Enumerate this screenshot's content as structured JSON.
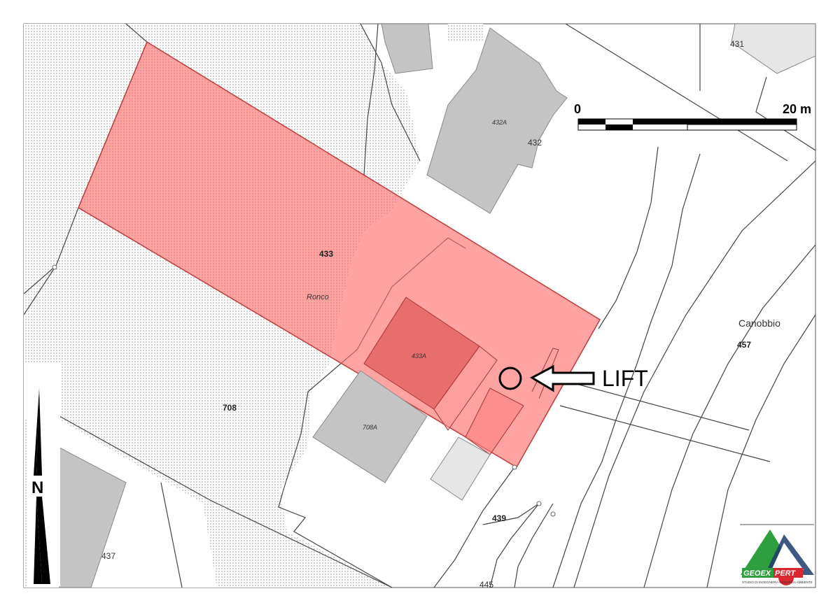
{
  "parcels": {
    "p431": "431",
    "p432": "432",
    "p432a": "432A",
    "p433": "433",
    "p433a": "433A",
    "p708": "708",
    "p708a": "708A",
    "p437": "437",
    "p439": "439",
    "p445": "445",
    "p457": "457"
  },
  "place_names": {
    "ronco": "Ronco",
    "canobbio": "Canobbio"
  },
  "annotation": {
    "lift_label": "LIFT"
  },
  "scale_bar": {
    "start_label": "0",
    "end_label": "20 m"
  },
  "north_arrow": {
    "label": "N"
  },
  "logo": {
    "text_geoex": "GEOEX",
    "text_pert": "PERT",
    "subtitle": "STUDIO DI INGEGNERIA GEOLOGIA AMBIENTE"
  },
  "colors": {
    "highlight_fill": "#ff6b6b",
    "building_gray": "#c4c4c4",
    "dotted_area": "#e8e8e8",
    "logo_green": "#2e9e3e",
    "logo_red": "#d9282f",
    "logo_navy": "#1f3b6e"
  }
}
